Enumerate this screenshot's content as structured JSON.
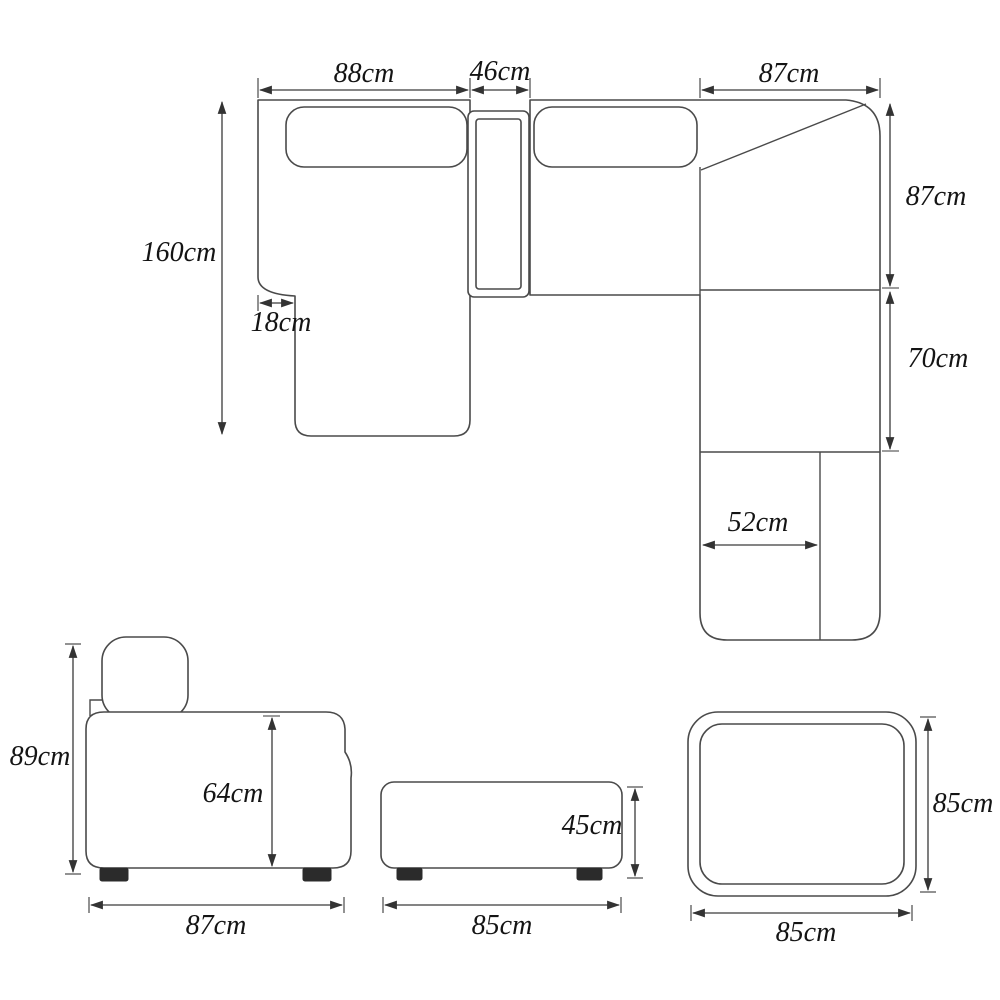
{
  "top_view": {
    "chaise_width": "88cm",
    "armrest_width": "46cm",
    "corner_top_width": "87cm",
    "chaise_length": "160cm",
    "armrest_depth": "18cm",
    "right_upper_depth": "87cm",
    "right_mid_depth": "70cm",
    "end_seat_width": "52cm"
  },
  "side_view": {
    "total_height": "89cm",
    "seat_back_height": "64cm",
    "total_width": "87cm"
  },
  "ottoman": {
    "height": "45cm",
    "width": "85cm"
  },
  "table_top": {
    "height": "85cm",
    "width": "85cm"
  }
}
